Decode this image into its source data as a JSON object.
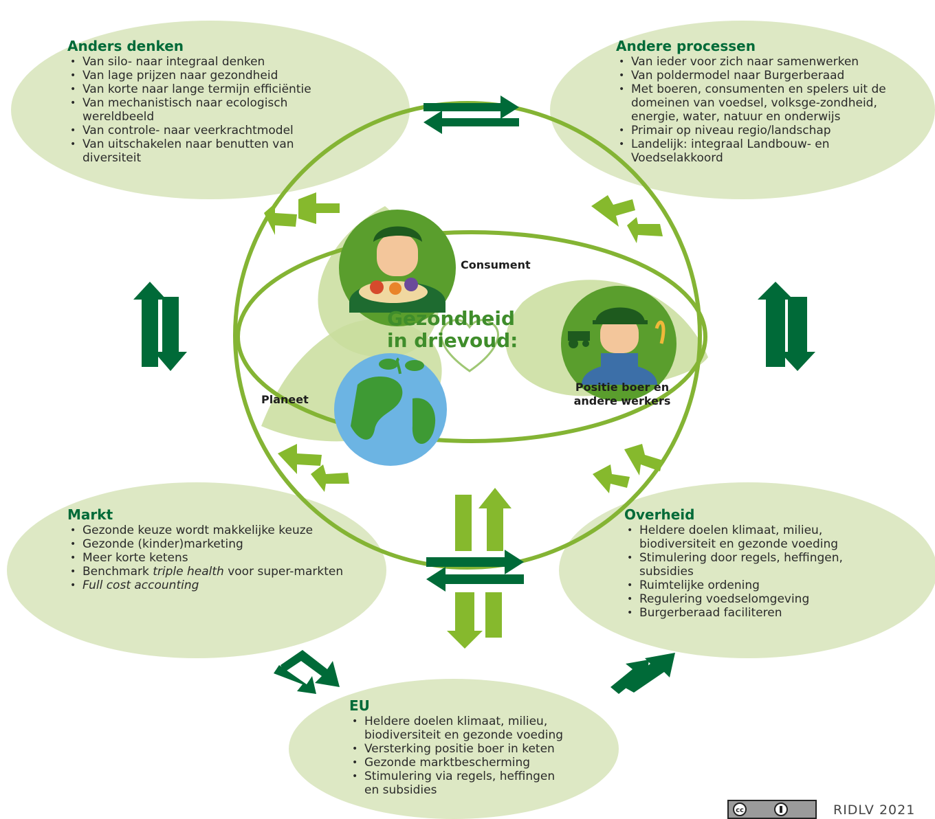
{
  "center": {
    "title_line1": "Gezondheid",
    "title_line2": "in drievoud:",
    "consumer_label": "Consument",
    "farmer_label_line1": "Positie boer en",
    "farmer_label_line2": "andere werkers",
    "planet_label": "Planeet"
  },
  "boxes": {
    "anders_denken": {
      "title": "Anders denken",
      "items": [
        "Van silo- naar integraal denken",
        "Van lage prijzen naar gezondheid",
        "Van korte naar lange termijn efficiëntie",
        "Van mechanistisch naar ecologisch wereldbeeld",
        "Van controle- naar veerkrachtmodel",
        "Van uitschakelen naar benutten van diversiteit"
      ]
    },
    "andere_processen": {
      "title": "Andere processen",
      "items": [
        "Van ieder voor zich naar samenwerken",
        "Van poldermodel naar Burgerberaad",
        "Met boeren, consumenten en spelers uit de domeinen van voedsel, volksge-zondheid, energie, water, natuur en onderwijs",
        "Primair op niveau regio/landschap",
        "Landelijk: integraal Landbouw- en Voedselakkoord"
      ]
    },
    "markt": {
      "title": "Markt",
      "items": [
        "Gezonde keuze wordt makkelijke keuze",
        "Gezonde (kinder)marketing",
        "Meer korte ketens"
      ],
      "benchmark_pre": "Benchmark ",
      "benchmark_italic": "triple health",
      "benchmark_post": " voor super-markten",
      "full_cost": "Full cost accounting"
    },
    "overheid": {
      "title": "Overheid",
      "items": [
        "Heldere doelen klimaat, milieu, biodiversiteit en gezonde voeding",
        "Stimulering door regels, heffingen, subsidies",
        "Ruimtelijke ordening",
        "Regulering voedselomgeving",
        "Burgerberaad faciliteren"
      ]
    },
    "eu": {
      "title": "EU",
      "items": [
        "Heldere doelen klimaat, milieu, biodiversiteit en gezonde voeding",
        "Versterking positie boer in keten",
        "Gezonde marktbescherming",
        "Stimulering via regels, heffingen en subsidies"
      ]
    }
  },
  "footer": {
    "credit": "RIDLV 2021",
    "license_icon": "cc-by-icon"
  },
  "colors": {
    "ellipse_fill": "#dde8c4",
    "dark_green": "#006a38",
    "light_green": "#86b92d",
    "title_green": "#3f8d2b"
  }
}
